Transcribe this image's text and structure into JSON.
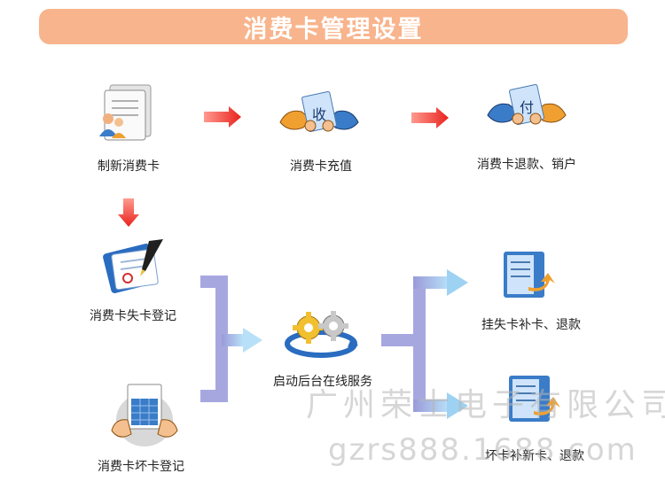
{
  "title": "消费卡管理设置",
  "nodes": {
    "make_card": "制新消费卡",
    "recharge": "消费卡充值",
    "refund_cancel": "消费卡退款、销户",
    "loss_register": "消费卡失卡登记",
    "start_service": "启动后台在线服务",
    "loss_reissue": "挂失卡补卡、退款",
    "damaged_register": "消费卡坏卡登记",
    "damaged_reissue": "坏卡补新卡、退款"
  },
  "icon_text": {
    "receive": "收",
    "pay": "付"
  },
  "watermark": {
    "company": "广州荣士电子有限公司",
    "site": "gzrs888.1688.com"
  },
  "colors": {
    "banner": "#f8b48c",
    "arrow_red": "#e8221c",
    "connector": "#a7a7e0",
    "arrow_light": "#8ec8ee"
  }
}
